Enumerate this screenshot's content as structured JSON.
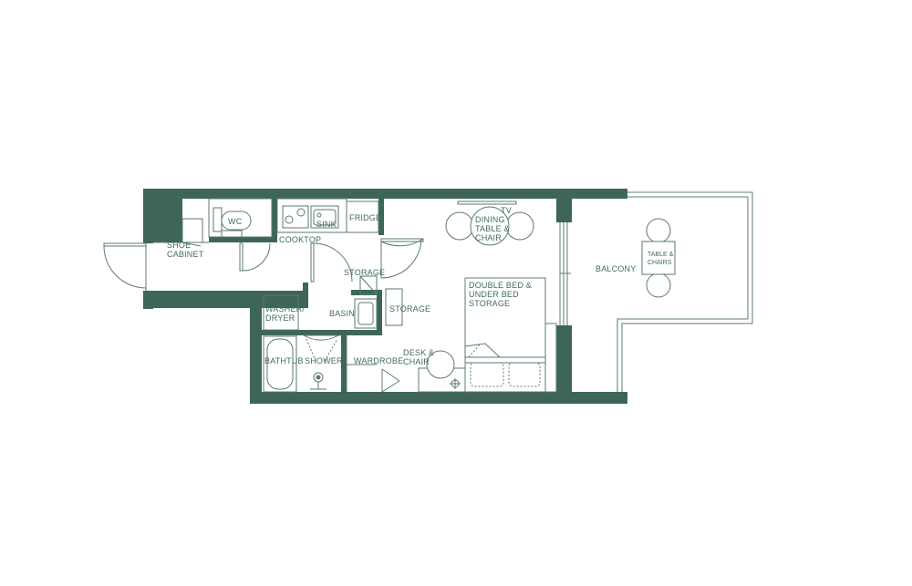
{
  "colors": {
    "wall": "#3e6657",
    "line": "#5b7a70",
    "background": "#ffffff"
  },
  "labels": {
    "wc": "WC",
    "sink": "SINK",
    "fridge": "FRIDGE",
    "cooktop": "COOKTOP",
    "shoe_1": "SHOE",
    "shoe_2": "CABINET",
    "storage_1": "STORAGE",
    "storage_2": "STORAGE",
    "basin": "BASIN",
    "washer_1": "WASHER/",
    "washer_2": "DRYER",
    "bathtub": "BATHTUB",
    "shower": "SHOWER",
    "wardrobe": "WARDROBE",
    "desk_1": "DESK &",
    "desk_2": "CHAIR",
    "tv": "TV",
    "dining_1": "DINING",
    "dining_2": "TABLE &",
    "dining_3": "CHAIR",
    "bed_1": "DOUBLE BED &",
    "bed_2": "UNDER BED",
    "bed_3": "STORAGE",
    "balcony": "BALCONY",
    "balcony_table_1": "TABLE &",
    "balcony_table_2": "CHAIRS"
  }
}
